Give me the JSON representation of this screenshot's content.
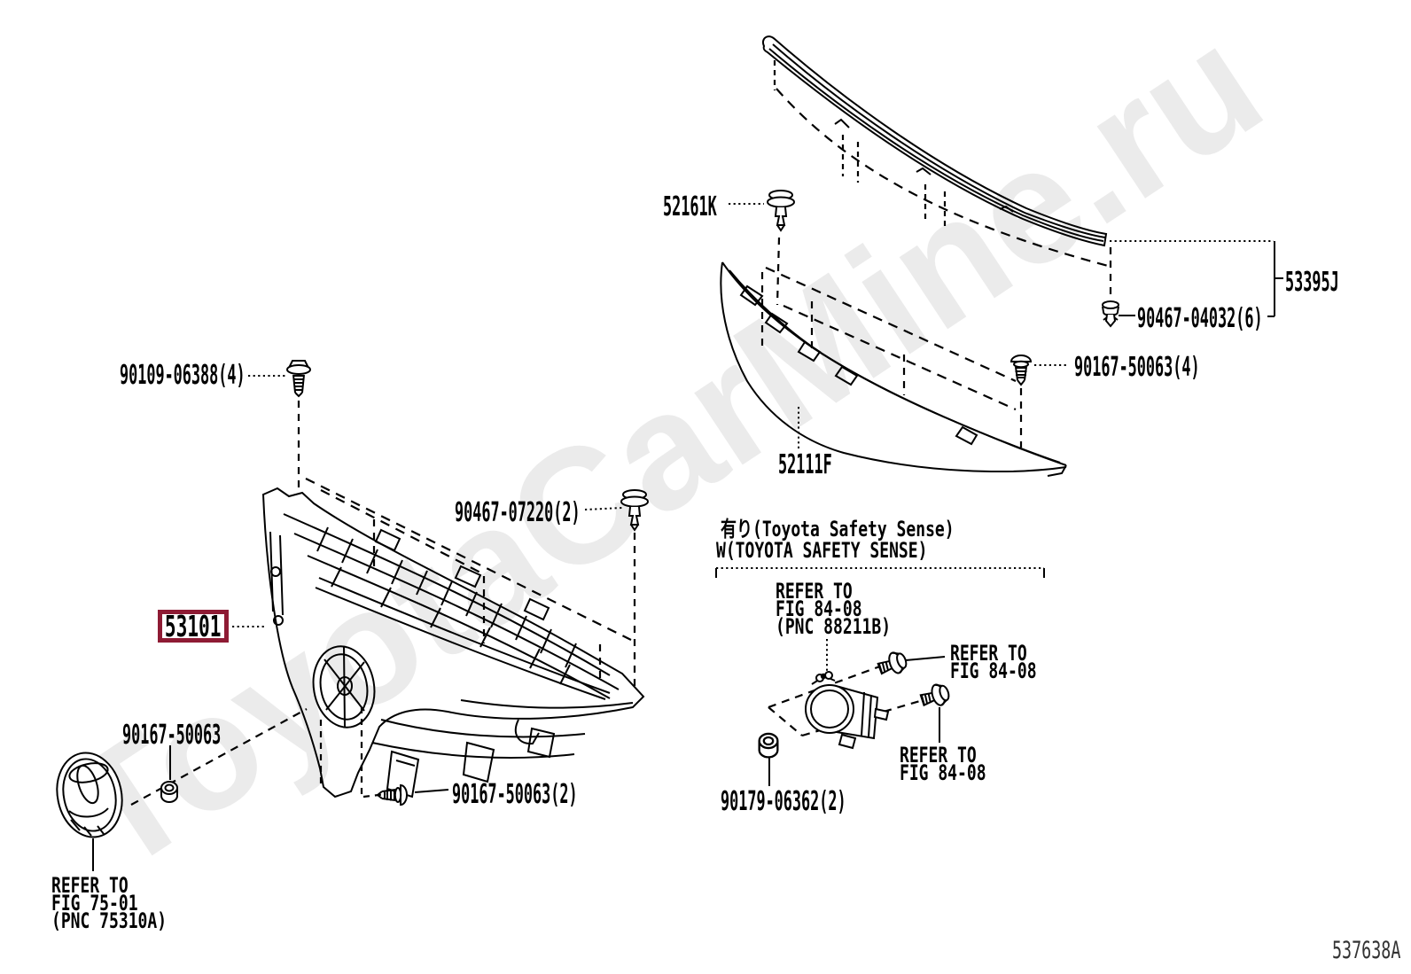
{
  "diagram": {
    "code": "537638A",
    "watermark": "ToyotaCarMine.ru",
    "highlight_color": "#8e1b34",
    "note_jp": "有り(Toyota Safety Sense)",
    "note_en": "W(TOYOTA SAFETY SENSE)",
    "parts": {
      "bolt_90109": "90109-06388(4)",
      "clip_52161K": "52161K",
      "molding_53395J": "53395J",
      "clip_90467_04032": "90467-04032(6)",
      "screw_90167_50063_4": "90167-50063(4)",
      "molding_52111F": "52111F",
      "clip_90467_07220": "90467-07220(2)",
      "grille_53101": "53101",
      "nut_90167_50063": "90167-50063",
      "screw_90167_50063_2": "90167-50063(2)",
      "grommet_90179_06362": "90179-06362(2)"
    },
    "references": {
      "sensor": "REFER TO\nFIG 84-08\n(PNC 88211B)",
      "fig_84_08": "REFER TO\nFIG 84-08",
      "emblem": "REFER TO\nFIG 75-01\n(PNC 75310A)"
    }
  }
}
